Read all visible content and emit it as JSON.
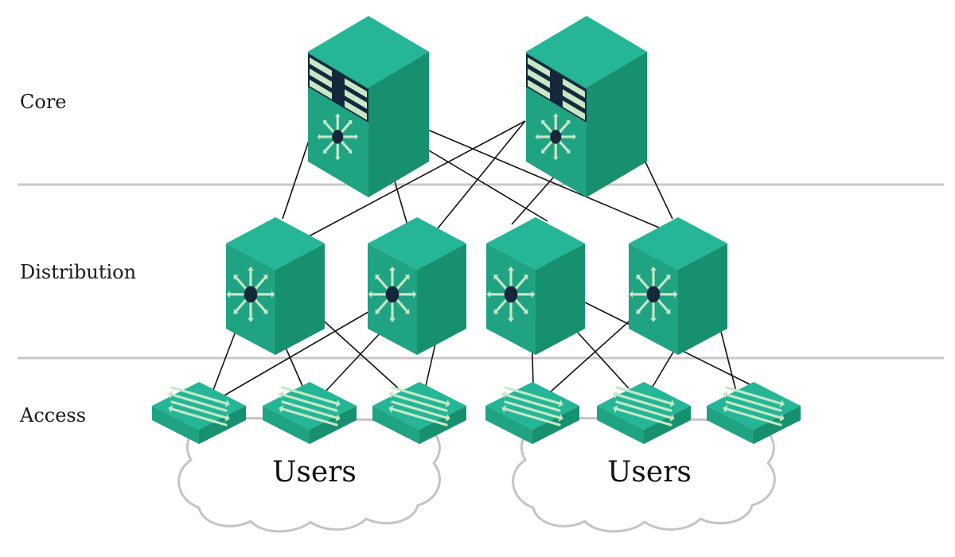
{
  "tiers": [
    {
      "id": "core",
      "label": "Core"
    },
    {
      "id": "distribution",
      "label": "Distribution"
    },
    {
      "id": "access",
      "label": "Access"
    }
  ],
  "clouds": [
    {
      "id": "cloud-left",
      "label": "Users"
    },
    {
      "id": "cloud-right",
      "label": "Users"
    }
  ],
  "colors": {
    "device_top": "#24B697",
    "device_left": "#1FA383",
    "device_right": "#17906F",
    "arrow": "#C7E8C6",
    "hub": "#15273B",
    "link": "#111111",
    "separator": "#C8C8C8",
    "cloud_stroke": "#C4C4C4"
  },
  "icons": {
    "core": "core-layer3-switch-icon",
    "distribution": "multilayer-switch-icon",
    "access": "workgroup-switch-icon"
  },
  "nodes": {
    "core": [
      "core-1",
      "core-2"
    ],
    "distribution": [
      "dist-1",
      "dist-2",
      "dist-3",
      "dist-4"
    ],
    "access": [
      "access-1",
      "access-2",
      "access-3",
      "access-4",
      "access-5",
      "access-6"
    ]
  },
  "links": [
    [
      "core-1",
      "dist-1"
    ],
    [
      "core-1",
      "dist-2"
    ],
    [
      "core-1",
      "dist-3"
    ],
    [
      "core-1",
      "dist-4"
    ],
    [
      "core-2",
      "dist-1"
    ],
    [
      "core-2",
      "dist-2"
    ],
    [
      "core-2",
      "dist-3"
    ],
    [
      "core-2",
      "dist-4"
    ],
    [
      "dist-1",
      "access-1"
    ],
    [
      "dist-1",
      "access-2"
    ],
    [
      "dist-1",
      "access-3"
    ],
    [
      "dist-2",
      "access-1"
    ],
    [
      "dist-2",
      "access-2"
    ],
    [
      "dist-2",
      "access-3"
    ],
    [
      "dist-3",
      "access-4"
    ],
    [
      "dist-3",
      "access-5"
    ],
    [
      "dist-3",
      "access-6"
    ],
    [
      "dist-4",
      "access-4"
    ],
    [
      "dist-4",
      "access-5"
    ],
    [
      "dist-4",
      "access-6"
    ]
  ]
}
